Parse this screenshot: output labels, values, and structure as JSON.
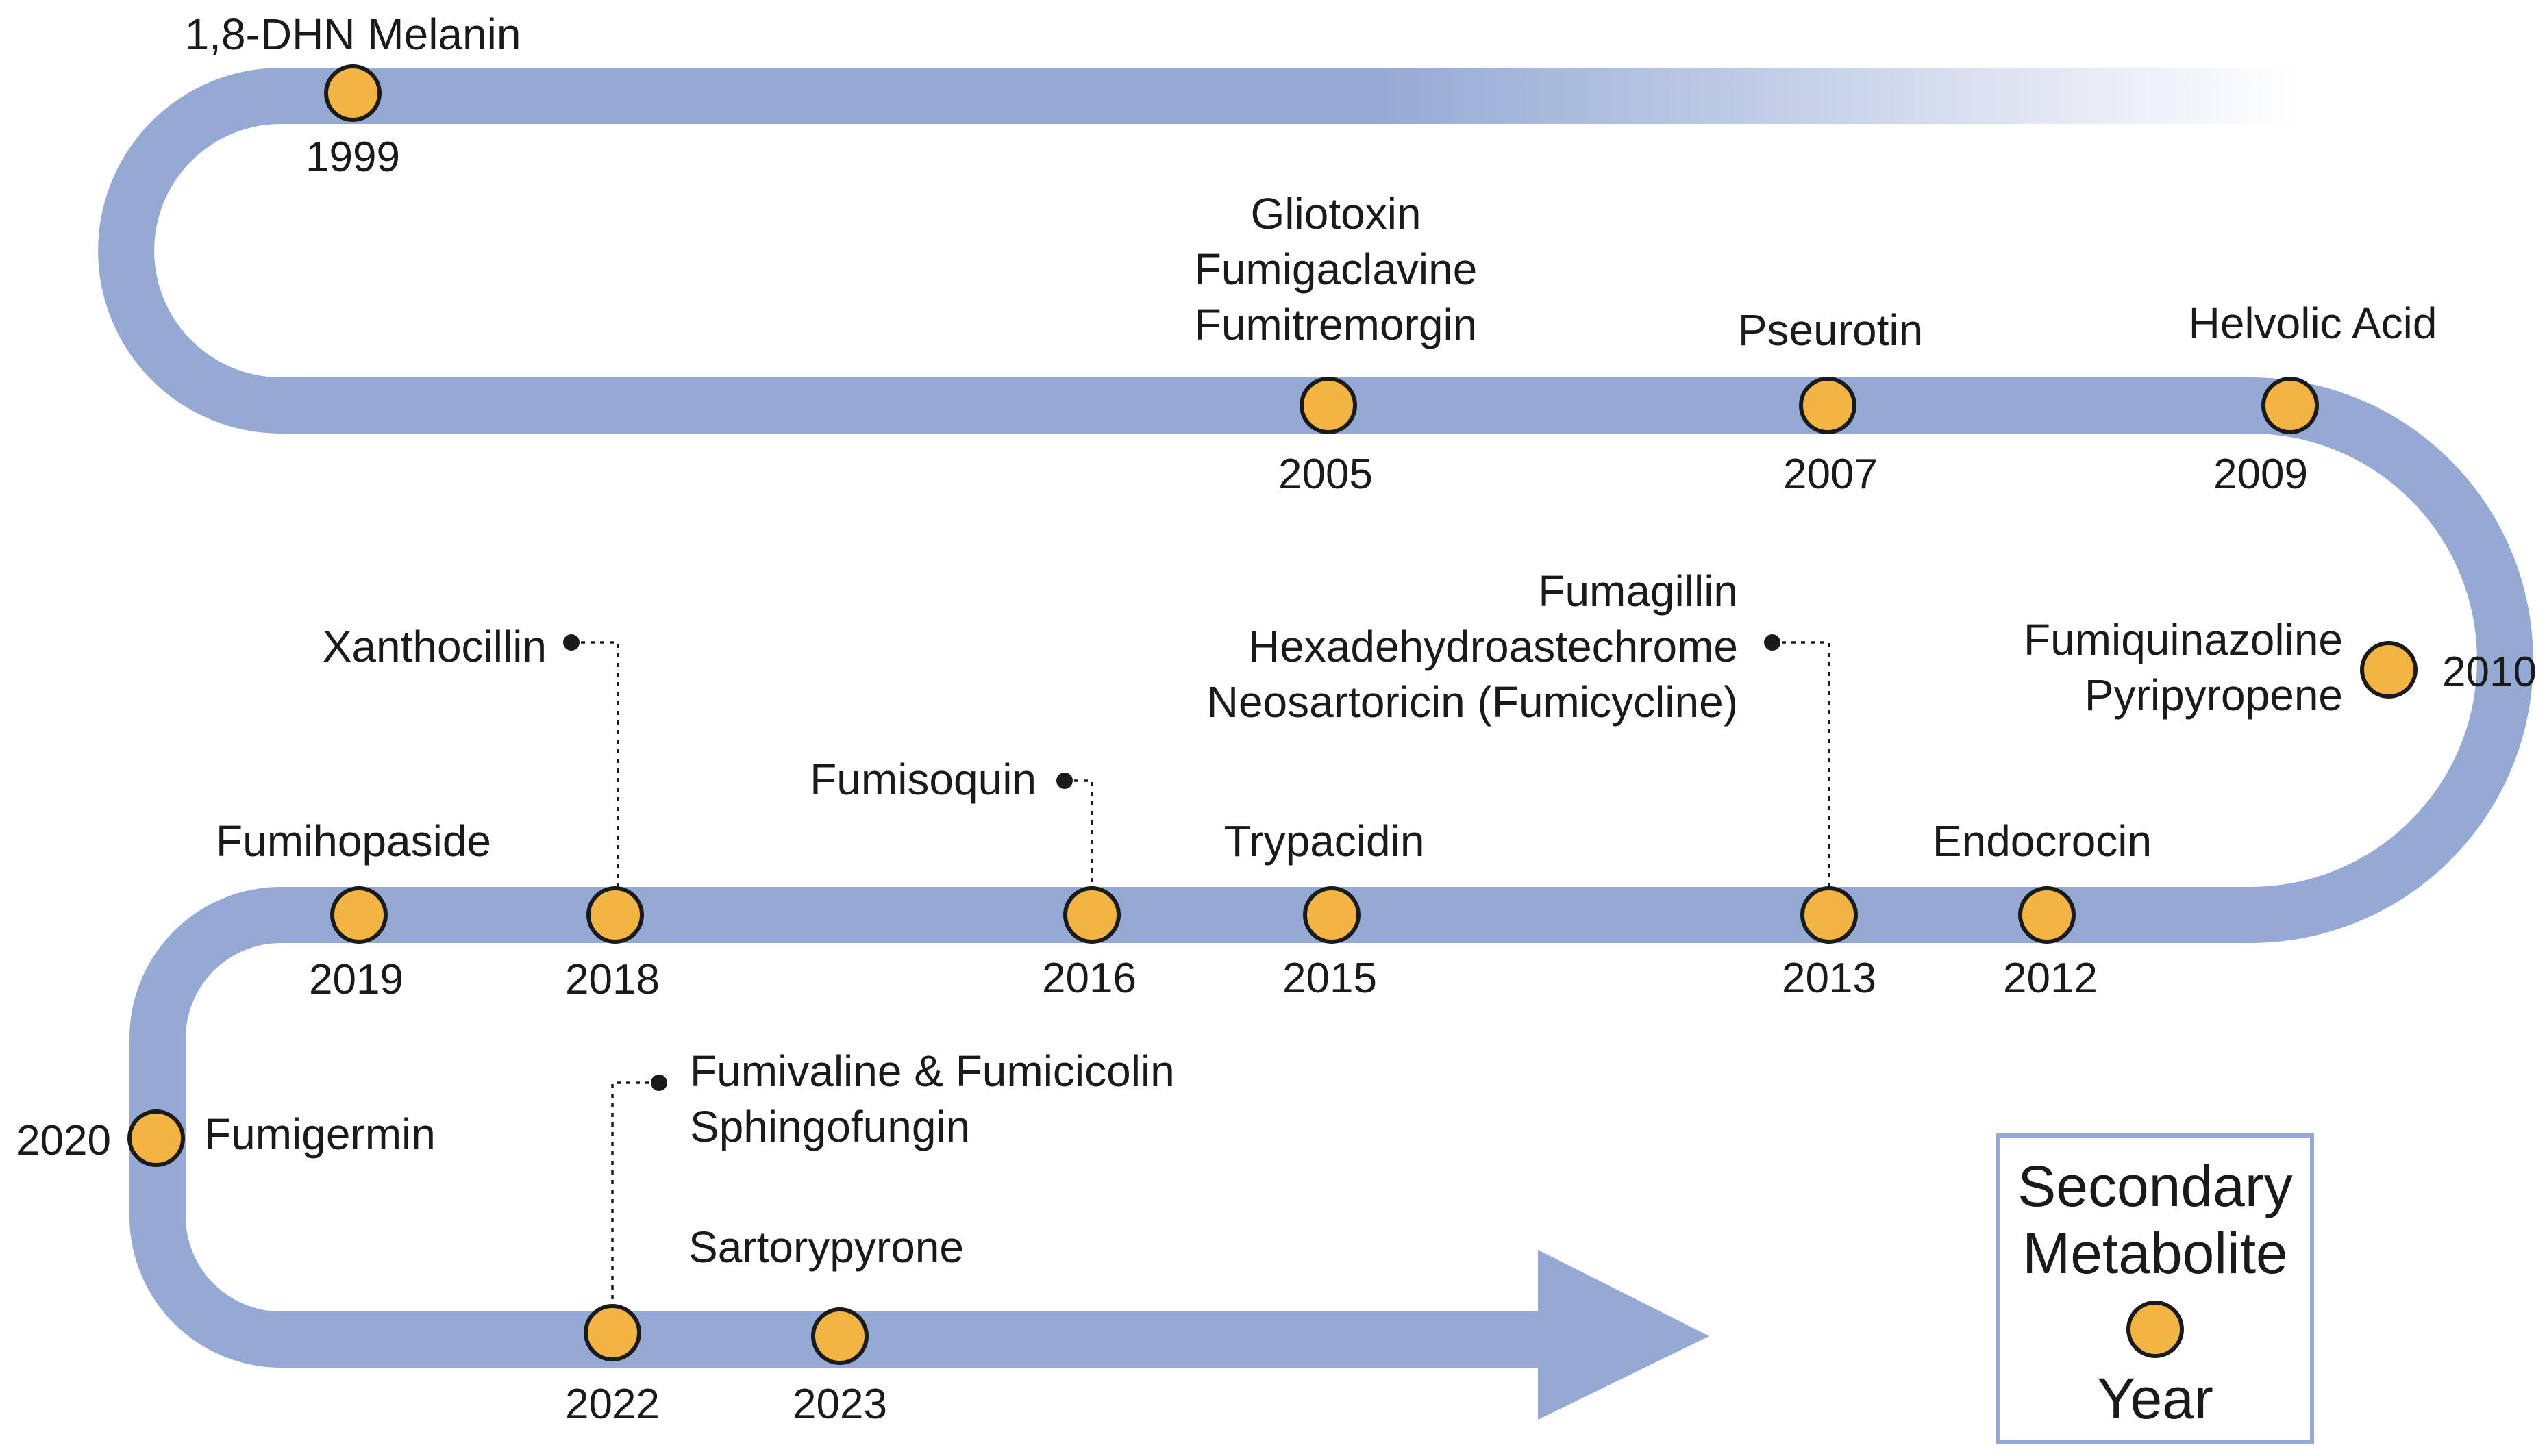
{
  "colors": {
    "track": "#94A9D4",
    "node_fill": "#F2B544",
    "node_stroke": "#1a1a1a",
    "legend_border": "#94A9D4",
    "text": "#1a1a1a"
  },
  "legend": {
    "line1": "Secondary",
    "line2": "Metabolite",
    "line3": "Year"
  },
  "timeline": [
    {
      "year": "1999",
      "labels": [
        "1,8-DHN Melanin"
      ]
    },
    {
      "year": "2005",
      "labels": [
        "Gliotoxin",
        "Fumigaclavine",
        "Fumitremorgin"
      ]
    },
    {
      "year": "2007",
      "labels": [
        "Pseurotin"
      ]
    },
    {
      "year": "2009",
      "labels": [
        "Helvolic Acid"
      ]
    },
    {
      "year": "2010",
      "labels": [
        "Fumiquinazoline",
        "Pyripyropene"
      ]
    },
    {
      "year": "2012",
      "labels": [
        "Endocrocin"
      ]
    },
    {
      "year": "2013",
      "labels": [
        "Fumagillin",
        "Hexadehydroastechrome",
        "Neosartoricin (Fumicycline)"
      ]
    },
    {
      "year": "2015",
      "labels": [
        "Trypacidin"
      ]
    },
    {
      "year": "2016",
      "labels": [
        "Fumisoquin"
      ]
    },
    {
      "year": "2018",
      "labels": [
        "Xanthocillin"
      ]
    },
    {
      "year": "2019",
      "labels": [
        "Fumihopaside"
      ]
    },
    {
      "year": "2020",
      "labels": [
        "Fumigermin"
      ]
    },
    {
      "year": "2022",
      "labels": [
        "Fumivaline & Fumicicolin",
        "Sphingofungin"
      ]
    },
    {
      "year": "2023",
      "labels": [
        "Sartorypyrone"
      ]
    }
  ]
}
